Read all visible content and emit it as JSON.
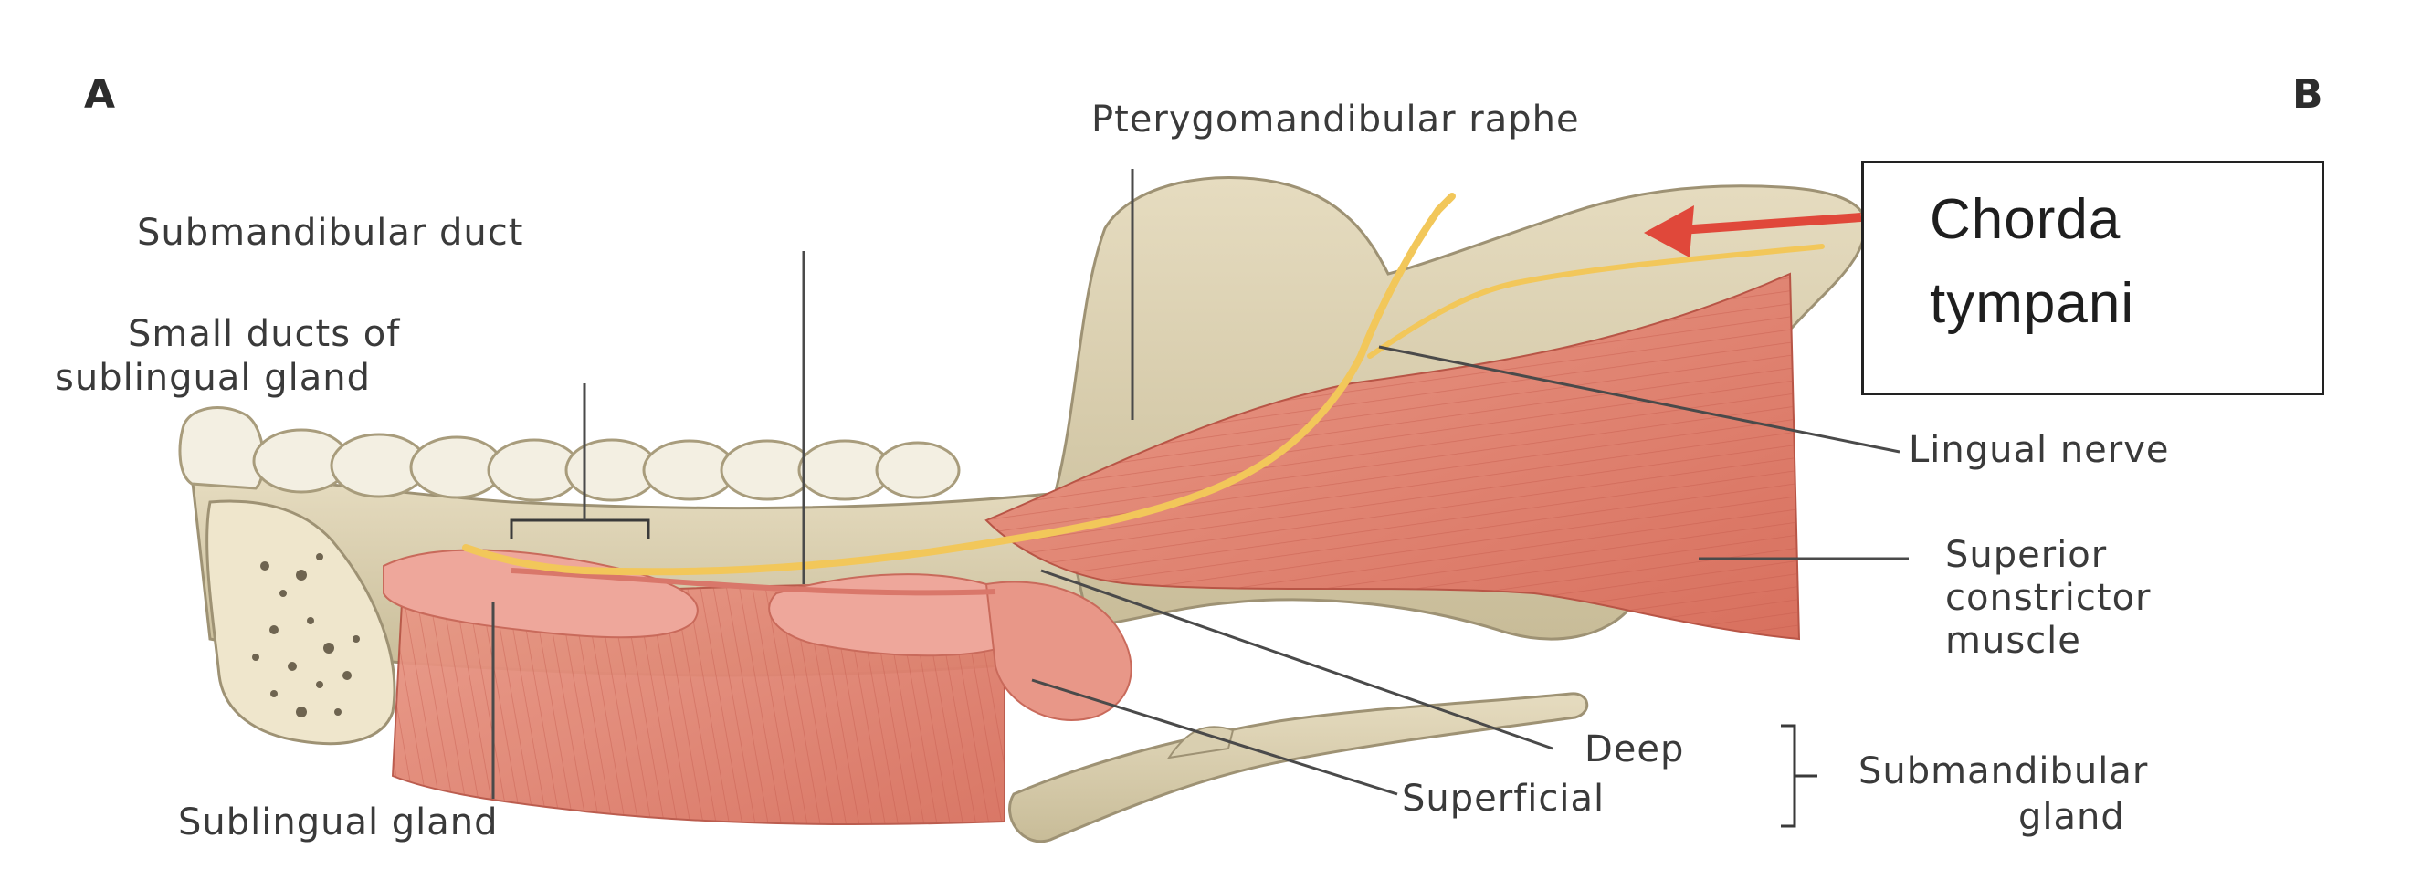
{
  "panel_labels": {
    "a": "A",
    "b": "B"
  },
  "labels": {
    "pterygomandibular_raphe": "Pterygomandibular raphe",
    "submandibular_duct": "Submandibular duct",
    "small_ducts_line1": "Small ducts of",
    "small_ducts_line2": "sublingual gland",
    "lingual_nerve": "Lingual nerve",
    "superior_constrictor_line1": "Superior",
    "superior_constrictor_line2": "constrictor",
    "superior_constrictor_line3": "muscle",
    "deep": "Deep",
    "superficial": "Superficial",
    "submandibular_gland_line1": "Submandibular",
    "submandibular_gland_line2": "gland",
    "sublingual_gland": "Sublingual gland"
  },
  "callout": {
    "line1": "Chorda",
    "line2": "tympani"
  },
  "colors": {
    "bone": "#d9cfb0",
    "bone_shadow": "#b9ad8a",
    "muscle": "#e48a78",
    "muscle_dark": "#c9604f",
    "gland": "#eea79b",
    "nerve": "#f2c75a",
    "arrow": "#e0483a",
    "leader": "#4a4a4a"
  }
}
